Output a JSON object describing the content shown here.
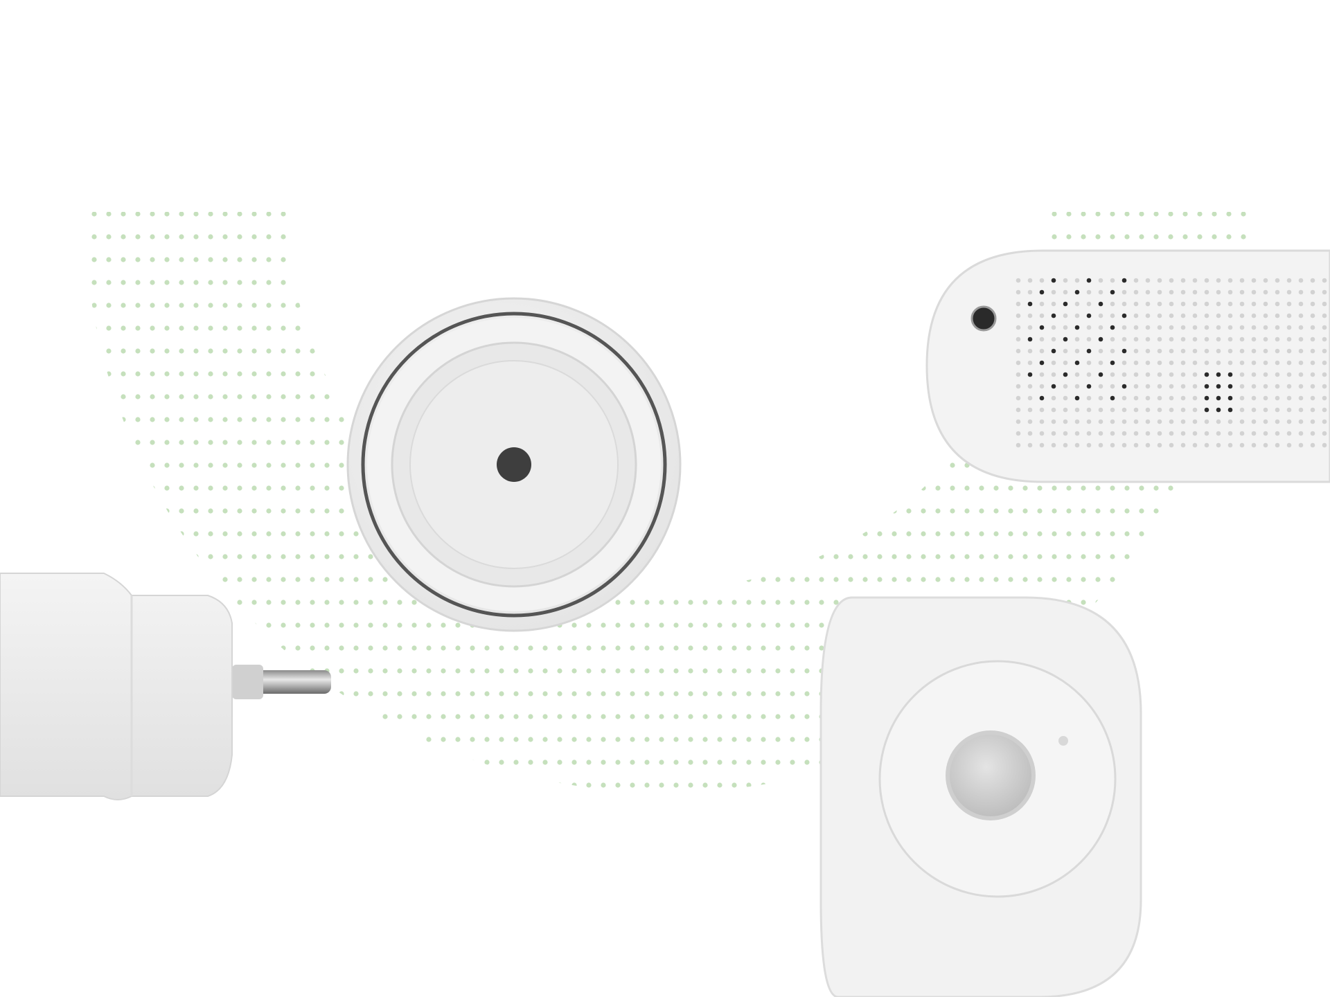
{
  "scene": {
    "background": "#ffffff",
    "dot_color": "#c5e0bc",
    "device_color": "#f1f1f1",
    "devices": [
      {
        "name": "smart-button",
        "icon": "round-button-device"
      },
      {
        "name": "smart-plug",
        "icon": "plug-device"
      },
      {
        "name": "air-quality-sensor",
        "icon": "sensor-bar-device"
      },
      {
        "name": "motion-sensor",
        "icon": "pir-sensor-device"
      }
    ]
  }
}
